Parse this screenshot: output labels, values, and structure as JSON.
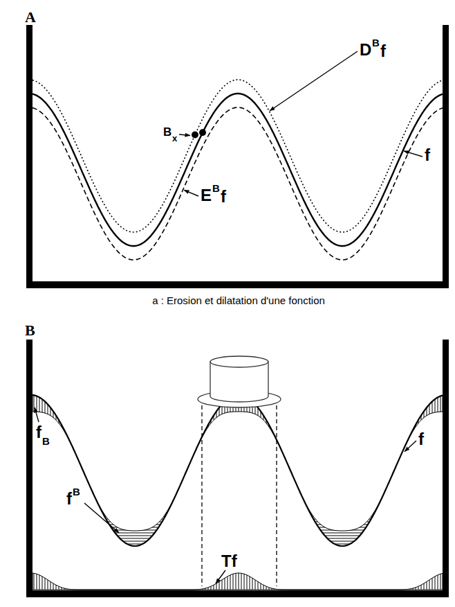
{
  "diagram": {
    "caption": "a : Erosion et dilatation d'une fonction",
    "labels": [
      "A",
      "B",
      "x",
      "D",
      "B",
      "f",
      "f",
      "E",
      "B",
      "f",
      "B",
      "f",
      "B",
      "f",
      "B",
      "f",
      "Tf"
    ]
  }
}
